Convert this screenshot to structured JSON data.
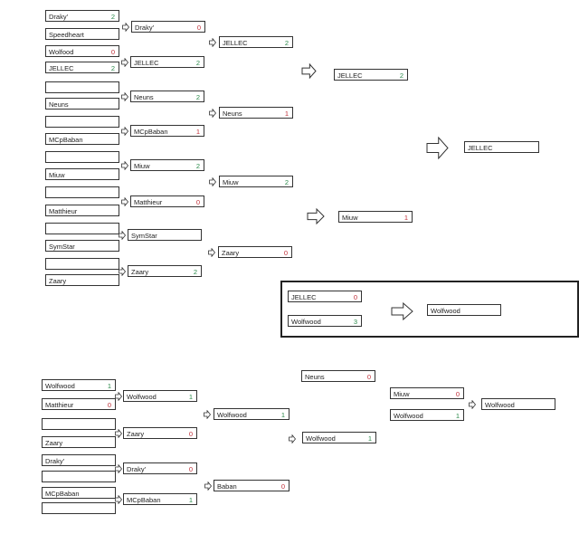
{
  "colors": {
    "win": "#2a8a4a",
    "lose": "#c0303a"
  },
  "winners_bracket": {
    "round1": [
      {
        "name": "Draky'",
        "score": "2",
        "result": "win"
      },
      {
        "name": "Speedheart",
        "score": "",
        "result": ""
      },
      {
        "name": "Wolfood",
        "score": "0",
        "result": "lose"
      },
      {
        "name": "JELLEC",
        "score": "2",
        "result": "win"
      },
      {
        "name": "",
        "score": "",
        "result": ""
      },
      {
        "name": "Neuns",
        "score": "",
        "result": ""
      },
      {
        "name": "",
        "score": "",
        "result": ""
      },
      {
        "name": "MCpBaban",
        "score": "",
        "result": ""
      },
      {
        "name": "",
        "score": "",
        "result": ""
      },
      {
        "name": "Miuw",
        "score": "",
        "result": ""
      },
      {
        "name": "",
        "score": "",
        "result": ""
      },
      {
        "name": "Matthieur",
        "score": "",
        "result": ""
      },
      {
        "name": "",
        "score": "",
        "result": ""
      },
      {
        "name": "SymStar",
        "score": "",
        "result": ""
      },
      {
        "name": "",
        "score": "",
        "result": ""
      },
      {
        "name": "Zaary",
        "score": "",
        "result": ""
      }
    ],
    "round2": [
      {
        "name": "Draky'",
        "score": "0",
        "result": "lose"
      },
      {
        "name": "JELLEC",
        "score": "2",
        "result": "win"
      },
      {
        "name": "Neuns",
        "score": "2",
        "result": "win"
      },
      {
        "name": "MCpBaban",
        "score": "1",
        "result": "lose"
      },
      {
        "name": "Miuw",
        "score": "2",
        "result": "win"
      },
      {
        "name": "Matthieur",
        "score": "0",
        "result": "lose"
      },
      {
        "name": "SymStar",
        "score": "",
        "result": ""
      },
      {
        "name": "Zaary",
        "score": "2",
        "result": "win"
      }
    ],
    "round3": [
      {
        "name": "JELLEC",
        "score": "2",
        "result": "win"
      },
      {
        "name": "Neuns",
        "score": "1",
        "result": "lose"
      },
      {
        "name": "Miuw",
        "score": "2",
        "result": "win"
      },
      {
        "name": "Zaary",
        "score": "0",
        "result": "lose"
      }
    ],
    "round4": [
      {
        "name": "JELLEC",
        "score": "2",
        "result": "win"
      },
      {
        "name": "Miuw",
        "score": "1",
        "result": "lose"
      }
    ],
    "winner": {
      "name": "JELLEC",
      "score": "",
      "result": ""
    }
  },
  "grand_final": {
    "players": [
      {
        "name": "JELLEC",
        "score": "0",
        "result": "lose"
      },
      {
        "name": "Wolfwood",
        "score": "3",
        "result": "win"
      }
    ],
    "champion": {
      "name": "Wolfwood",
      "score": "",
      "result": ""
    }
  },
  "losers_bracket": {
    "round1": [
      {
        "name": "Wolfwood",
        "score": "1",
        "result": "win"
      },
      {
        "name": "Matthieur",
        "score": "0",
        "result": "lose"
      },
      {
        "name": "",
        "score": "",
        "result": ""
      },
      {
        "name": "Zaary",
        "score": "",
        "result": ""
      },
      {
        "name": "Draky'",
        "score": "",
        "result": ""
      },
      {
        "name": "",
        "score": "",
        "result": ""
      },
      {
        "name": "MCpBaban",
        "score": "",
        "result": ""
      },
      {
        "name": "",
        "score": "",
        "result": ""
      }
    ],
    "round2": [
      {
        "name": "Wolfwood",
        "score": "1",
        "result": "win"
      },
      {
        "name": "Zaary",
        "score": "0",
        "result": "lose"
      },
      {
        "name": "Draky'",
        "score": "0",
        "result": "lose"
      },
      {
        "name": "MCpBaban",
        "score": "1",
        "result": "win"
      }
    ],
    "round3": [
      {
        "name": "Wolfwood",
        "score": "1",
        "result": "win"
      },
      {
        "name": "Baban",
        "score": "0",
        "result": "lose"
      }
    ],
    "drop_in": {
      "name": "Neuns",
      "score": "0",
      "result": "lose"
    },
    "round4": [
      {
        "name": "Wolfwood",
        "score": "1",
        "result": "win"
      }
    ],
    "final": [
      {
        "name": "Miuw",
        "score": "0",
        "result": "lose"
      },
      {
        "name": "Wolfwood",
        "score": "1",
        "result": "win"
      }
    ],
    "winner": {
      "name": "Wolfwood",
      "score": "",
      "result": ""
    }
  }
}
